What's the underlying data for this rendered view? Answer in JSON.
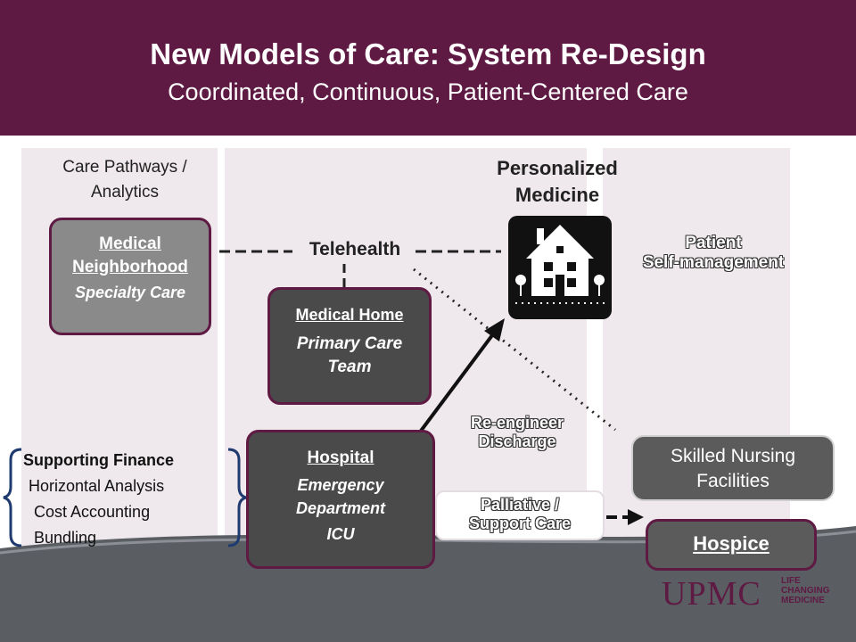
{
  "header": {
    "title": "New Models of Care: System Re-Design",
    "subtitle": "Coordinated, Continuous, Patient-Centered Care"
  },
  "care_pathways": {
    "line1": "Care Pathways /",
    "line2": "Analytics"
  },
  "personalized": {
    "line1": "Personalized",
    "line2": "Medicine"
  },
  "telehealth": "Telehealth",
  "patient_self": {
    "line1": "Patient",
    "line2": "Self-management"
  },
  "medical_neighborhood": {
    "title_line1": "Medical",
    "title_line2": "Neighborhood",
    "subtitle": "Specialty Care"
  },
  "medical_home": {
    "title": "Medical Home",
    "subtitle_line1": "Primary Care",
    "subtitle_line2": "Team"
  },
  "hospital": {
    "title": "Hospital",
    "line1": "Emergency",
    "line2": "Department",
    "line3": "ICU"
  },
  "reengineer": {
    "line1": "Re-engineer",
    "line2": "Discharge"
  },
  "palliative": {
    "line1": "Palliative /",
    "line2": "Support Care"
  },
  "skilled_nursing": {
    "line1": "Skilled Nursing",
    "line2": "Facilities"
  },
  "hospice": "Hospice",
  "finance": {
    "heading": "Supporting Finance",
    "items": [
      "Horizontal Analysis",
      "Cost Accounting",
      "Bundling"
    ]
  },
  "logo": {
    "text": "UPMC",
    "tag1": "LIFE",
    "tag2": "CHANGING",
    "tag3": "MEDICINE"
  },
  "colors": {
    "brand": "#5e1a43",
    "column_bg": "#efe8ec",
    "box_dark": "#4a4a4a",
    "box_grey": "#8a8a8a",
    "brace": "#1f3a6e"
  }
}
